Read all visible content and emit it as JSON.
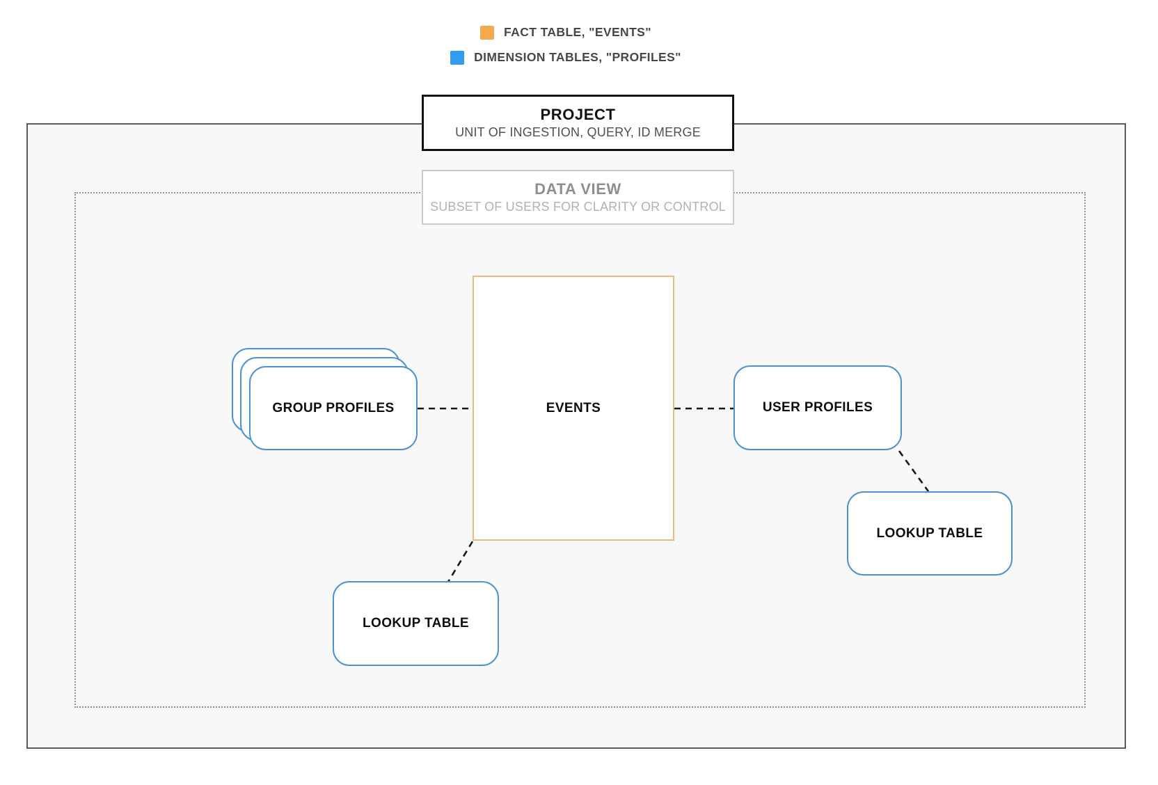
{
  "legend": {
    "items": [
      {
        "label": "FACT TABLE, \"EVENTS\"",
        "swatch_color": "#f5a94f",
        "swatch_icon": "orange-square-swatch",
        "meaning": "fact-table"
      },
      {
        "label": "DIMENSION TABLES, \"PROFILES\"",
        "swatch_color": "#319cf0",
        "swatch_icon": "blue-square-swatch",
        "meaning": "dimension-tables"
      }
    ]
  },
  "boundaries": {
    "project": {
      "title": "PROJECT",
      "subtitle": "UNIT OF INGESTION, QUERY, ID MERGE",
      "border_style": "solid"
    },
    "data_view": {
      "title": "DATA VIEW",
      "subtitle": "SUBSET OF USERS FOR CLARITY OR CONTROL",
      "border_style": "dotted"
    }
  },
  "nodes": {
    "events": {
      "label": "EVENTS",
      "kind": "fact",
      "border_color": "#eabc80"
    },
    "group_profiles": {
      "label": "GROUP PROFILES",
      "kind": "dimension",
      "stacked_cards": 3,
      "border_color": "#4a92d4"
    },
    "user_profiles": {
      "label": "USER PROFILES",
      "kind": "dimension",
      "border_color": "#4a92d4"
    },
    "lookup_table_left": {
      "label": "LOOKUP TABLE",
      "kind": "dimension",
      "border_color": "#4a92d4"
    },
    "lookup_table_right": {
      "label": "LOOKUP TABLE",
      "kind": "dimension",
      "border_color": "#4a92d4"
    }
  },
  "connections": [
    {
      "from": "group_profiles",
      "to": "events",
      "style": "dashed"
    },
    {
      "from": "events",
      "to": "user_profiles",
      "style": "dashed"
    },
    {
      "from": "user_profiles",
      "to": "lookup_table_right",
      "style": "dashed"
    },
    {
      "from": "events",
      "to": "lookup_table_left",
      "style": "dashed"
    }
  ],
  "colors": {
    "fact_accent": "#f5a94f",
    "dimension_accent": "#319cf0",
    "node_border_blue": "#4a92d4",
    "node_border_orange": "#eabc80",
    "project_fill": "#f8f8f8",
    "connector": "#151515"
  }
}
